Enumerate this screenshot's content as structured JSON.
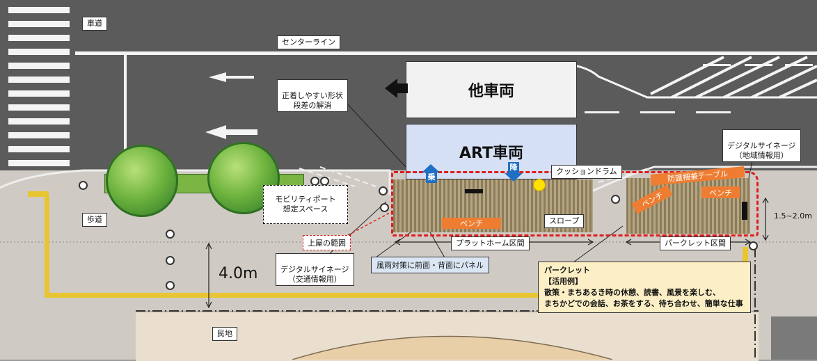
{
  "labels": {
    "roadway": "車道",
    "center_line": "センターライン",
    "other_vehicle": "他車両",
    "art_vehicle": "ART車両",
    "easy_docking": "正着しやすい形状\n段差の解消",
    "digital_signage_regional": "デジタルサイネージ\n（地域情報用）",
    "cushion_drum": "クッションドラム",
    "protective_fence_table": "防護柵兼テーブル",
    "bench": "ベンチ",
    "slope": "スロープ",
    "mobility_port": "モビリティポート\n想定スペース",
    "sidewalk": "歩道",
    "roof_range": "上屋の範囲",
    "digital_signage_traffic": "デジタルサイネージ\n（交通情報用）",
    "weather_panels": "風雨対策に前面・背面にパネル",
    "platform_section": "プラットホーム区間",
    "parklet_section": "パークレット区間",
    "width_1": "1.5~2.0m",
    "width_4": "4.0m",
    "private_land": "民地",
    "board_on": "乗",
    "board_off": "降"
  },
  "parklet_info": {
    "title": "パークレット",
    "subtitle": "【活用例】",
    "line1": "散策・まちあるき時の休憩、読書、風景を楽しむ、",
    "line2": "まちかどでの会話、お茶をする、待ち合わせ、簡単な仕事"
  },
  "colors": {
    "road": "#5b5b5b",
    "sidewalk": "#cfcbc4",
    "art_vehicle": "#d6e0f5",
    "accent_red": "#e01d1d",
    "orange": "#ee7d32",
    "board_arrow": "#1f6fc4",
    "tactile_yellow": "#e8c531"
  }
}
